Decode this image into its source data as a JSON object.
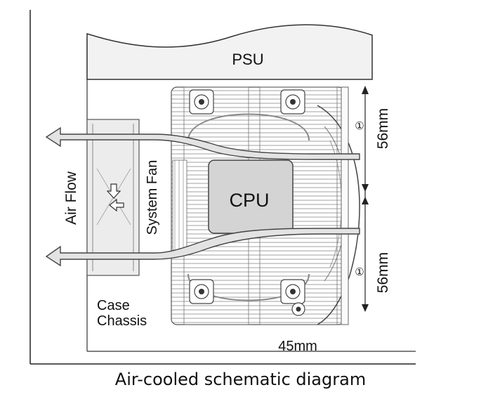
{
  "diagram": {
    "psu_label": "PSU",
    "cpu_label": "CPU",
    "air_flow_label": "Air Flow",
    "system_fan_label": "System Fan",
    "case_label_line1": "Case",
    "case_label_line2": "Chassis",
    "dimension_top": "56mm",
    "dimension_bottom": "56mm",
    "dimension_width": "45mm",
    "circle_marker": "①",
    "caption": "Air-cooled schematic diagram"
  }
}
